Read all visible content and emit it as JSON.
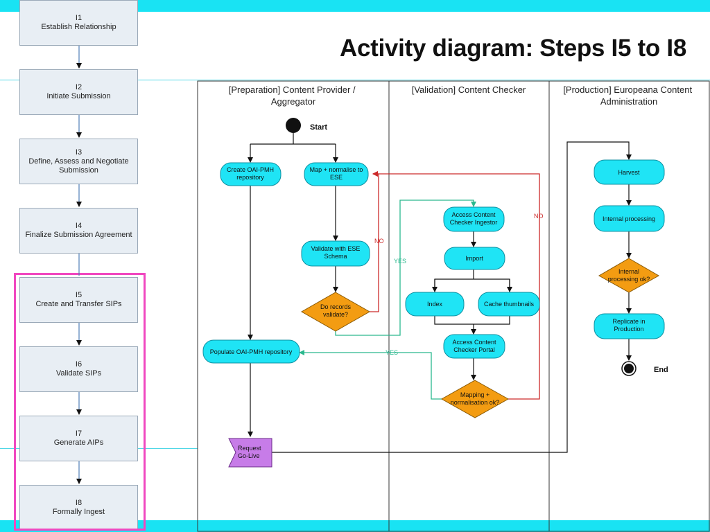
{
  "title": "Activity diagram: Steps I5 to I8",
  "steps": [
    {
      "id": "I1",
      "label": "Establish Relationship"
    },
    {
      "id": "I2",
      "label": "Initiate Submission"
    },
    {
      "id": "I3",
      "label": "Define, Assess and Negotiate Submission"
    },
    {
      "id": "I4",
      "label": "Finalize Submission Agreement"
    },
    {
      "id": "I5",
      "label": "Create and Transfer SIPs"
    },
    {
      "id": "I6",
      "label": "Validate SIPs"
    },
    {
      "id": "I7",
      "label": "Generate AIPs"
    },
    {
      "id": "I8",
      "label": "Formally Ingest"
    }
  ],
  "lanes": {
    "preparation": [
      "[Preparation] Content Provider /",
      "Aggregator"
    ],
    "validation": "[Validation] Content Checker",
    "production": [
      "[Production] Europeana Content",
      "Administration"
    ]
  },
  "nodes": {
    "start": "Start",
    "end": "End",
    "create_oai": [
      "Create OAI-PMH",
      "repository"
    ],
    "map_normalise": [
      "Map + normalise to",
      "ESE"
    ],
    "validate_ese": [
      "Validate with ESE",
      "Schema"
    ],
    "records_validate": [
      "Do records",
      "validate?"
    ],
    "populate_oai": "Populate OAI-PMH repository",
    "request_golive": [
      "Request",
      "Go-Live"
    ],
    "access_ingestor": [
      "Access Content",
      "Checker Ingestor"
    ],
    "import": "Import",
    "index": "Index",
    "cache_thumbnails": "Cache thumbnails",
    "access_portal": [
      "Access Content",
      "Checker Portal"
    ],
    "mapping_ok": [
      "Mapping +",
      "normalisation ok?"
    ],
    "harvest": "Harvest",
    "internal_processing": "Internal processing",
    "internal_ok": [
      "Internal",
      "processing ok?"
    ],
    "replicate": [
      "Replicate in",
      "Production"
    ]
  },
  "edge_labels": {
    "no1": "NO",
    "no2": "NO",
    "yes1": "YES",
    "yes2": "YES"
  },
  "colors": {
    "cyan": "#19e3f3",
    "node_fill": "#1fe4f5",
    "decision_fill": "#f39c12",
    "golive_fill": "#c77ce8",
    "no_edge": "#cc2a2a",
    "yes_edge": "#2ab88e",
    "highlight": "#f048c0"
  }
}
